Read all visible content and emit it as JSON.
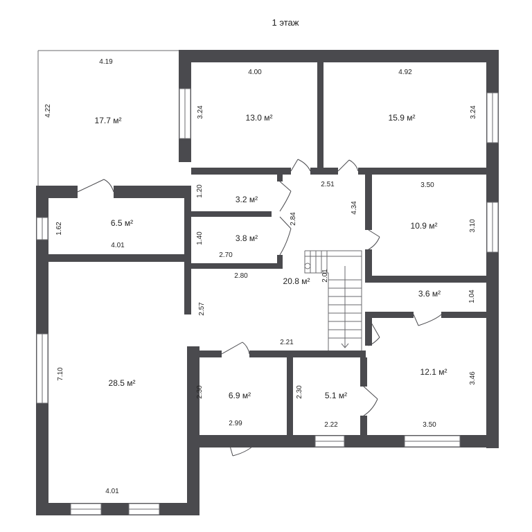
{
  "title": "1 этаж",
  "rooms": {
    "terrace": {
      "area": "17.7 м²",
      "width": "4.19",
      "height": "4.22"
    },
    "bedroom_a": {
      "area": "13.0 м²",
      "width": "4.00",
      "height": "3.24"
    },
    "bedroom_b": {
      "area": "15.9 м²",
      "width": "4.92",
      "height": "3.24"
    },
    "storage_a": {
      "area": "3.2 м²",
      "height": "1.20"
    },
    "storage_b": {
      "area": "3.8 м²",
      "height": "1.40",
      "width": "2.70"
    },
    "entry": {
      "area": "6.5 м²",
      "width": "4.01",
      "height": "1.62"
    },
    "room_right": {
      "area": "10.9 м²",
      "width": "3.50",
      "height": "3.10"
    },
    "hall": {
      "area": "20.8 м²",
      "dim_top": "2.51",
      "dim_side": "4.34",
      "dim_inner": "2.84",
      "dim_left": "2.80",
      "dim_bottom": "2.21",
      "dim_height": "2.57",
      "stair": "2.01"
    },
    "small": {
      "area": "3.6 м²",
      "height": "1.04"
    },
    "living": {
      "area": "28.5 м²",
      "height": "7.10",
      "width": "4.01"
    },
    "bath_a": {
      "area": "6.9 м²",
      "height": "2.30",
      "width": "2.99"
    },
    "bath_b": {
      "area": "5.1 м²",
      "height": "2.30",
      "width": "2.22"
    },
    "room_br": {
      "area": "12.1 м²",
      "height": "3.46",
      "width": "3.50"
    }
  },
  "colors": {
    "wall": "#4a4a4e",
    "background": "#ffffff"
  }
}
